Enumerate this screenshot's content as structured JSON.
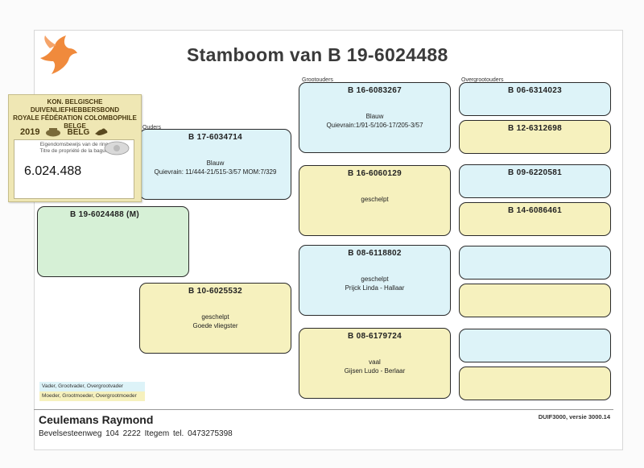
{
  "title": "Stamboom van B 19-6024488",
  "section_labels": {
    "ouders": "Ouders",
    "grootouders": "Grootouders",
    "overgrootouders": "Overgrootouders"
  },
  "sticker": {
    "line1": "KON. BELGISCHE DUIVENLIEFHEBBERSBOND",
    "line2": "ROYALE FÉDÉRATION COLOMBOPHILE BELGE",
    "year": "2019",
    "country": "BELG",
    "caption1": "Eigendomsbewijs van de ring",
    "caption2": "Titre de propriété de la bague",
    "number": "6.024.488"
  },
  "subject": {
    "ring": "B 19-6024488 (M)"
  },
  "father": {
    "ring": "B 17-6034714",
    "desc": "Blauw\nQuievrain: 11/444-21/515-3/57  MOM:7/329"
  },
  "mother": {
    "ring": "B 10-6025532",
    "desc": "geschelpt\nGoede vliegster"
  },
  "grandparents": [
    {
      "ring": "B 16-6083267",
      "desc": "Blauw\nQuievrain:1/91-5/106-17/205-3/57"
    },
    {
      "ring": "B 16-6060129",
      "desc": "geschelpt"
    },
    {
      "ring": "B 08-6118802",
      "desc": "geschelpt\nPrijck Linda - Hallaar"
    },
    {
      "ring": "B 08-6179724",
      "desc": "vaal\nGijsen Ludo - Berlaar"
    }
  ],
  "great_grandparents": [
    {
      "ring": "B 06-6314023"
    },
    {
      "ring": "B 12-6312698"
    },
    {
      "ring": "B 09-6220581"
    },
    {
      "ring": "B 14-6086461"
    },
    {
      "ring": ""
    },
    {
      "ring": ""
    },
    {
      "ring": ""
    },
    {
      "ring": ""
    }
  ],
  "legend": {
    "male": "Vader, Grootvader, Overgrootvader",
    "female": "Moeder, Grootmoeder, Overgrootmoeder"
  },
  "owner": {
    "name": "Ceulemans Raymond",
    "address": "Bevelsesteenweg  104   2222  Itegem   tel. 0473275398"
  },
  "software": "DUIF3000, versie 3000.14",
  "colors": {
    "male_box": "#ddf3f8",
    "female_box": "#f6f1be",
    "subject_box": "#d6f0d6",
    "bird_logo": "#f08a3c"
  }
}
